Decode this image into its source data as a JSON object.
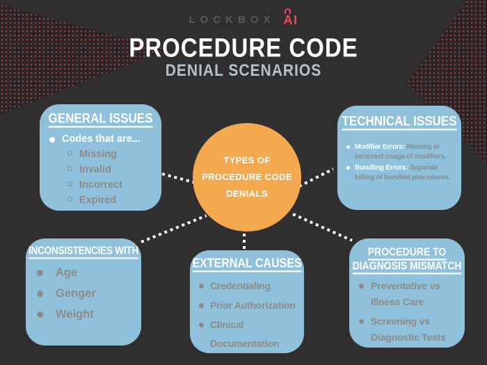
{
  "logo": {
    "brand": "LOCKBOX",
    "suffix": "AI"
  },
  "header": {
    "title": "PROCEDURE CODE",
    "subtitle": "DENIAL SCENARIOS"
  },
  "center": {
    "line1": "TYPES OF",
    "line2": "PROCEDURE CODE",
    "line3": "DENIALS"
  },
  "boxes": {
    "general": {
      "title": "GENERAL ISSUES",
      "lead": "Codes that are...",
      "items": [
        "Missing",
        "Invalid",
        "Incorrect",
        "Expired"
      ]
    },
    "technical": {
      "title": "TECHNICAL ISSUES",
      "items": [
        {
          "label": "Modifier Errors:",
          "text": "Missing or incorrect usage of modifiers."
        },
        {
          "label": "Bundling Errors:",
          "text": "Separate billing of bundled procedures."
        }
      ]
    },
    "inconsistencies": {
      "title": "INCONSISTENCIES WITH",
      "items": [
        "Age",
        "Genger",
        "Weight"
      ]
    },
    "external": {
      "title": "EXTERNAL CAUSES",
      "items": [
        "Credentialing",
        "Prior Authorization",
        "Clinical Documentation"
      ]
    },
    "mismatch": {
      "title_line1": "PROCEDURE TO",
      "title_line2": "DIAGNOSIS MISMATCH",
      "items": [
        "Preventative vs Illness Care",
        "Screening vs Diagnostic Tests"
      ]
    }
  },
  "colors": {
    "background": "#302e2f",
    "box_blue": "#8fc1dd",
    "circle_orange": "#f5a94e",
    "accent_red": "#ef4956",
    "muted_text": "#8e8a87",
    "subtitle_gray": "#b4c2cc",
    "heading_white": "#ffffff"
  }
}
